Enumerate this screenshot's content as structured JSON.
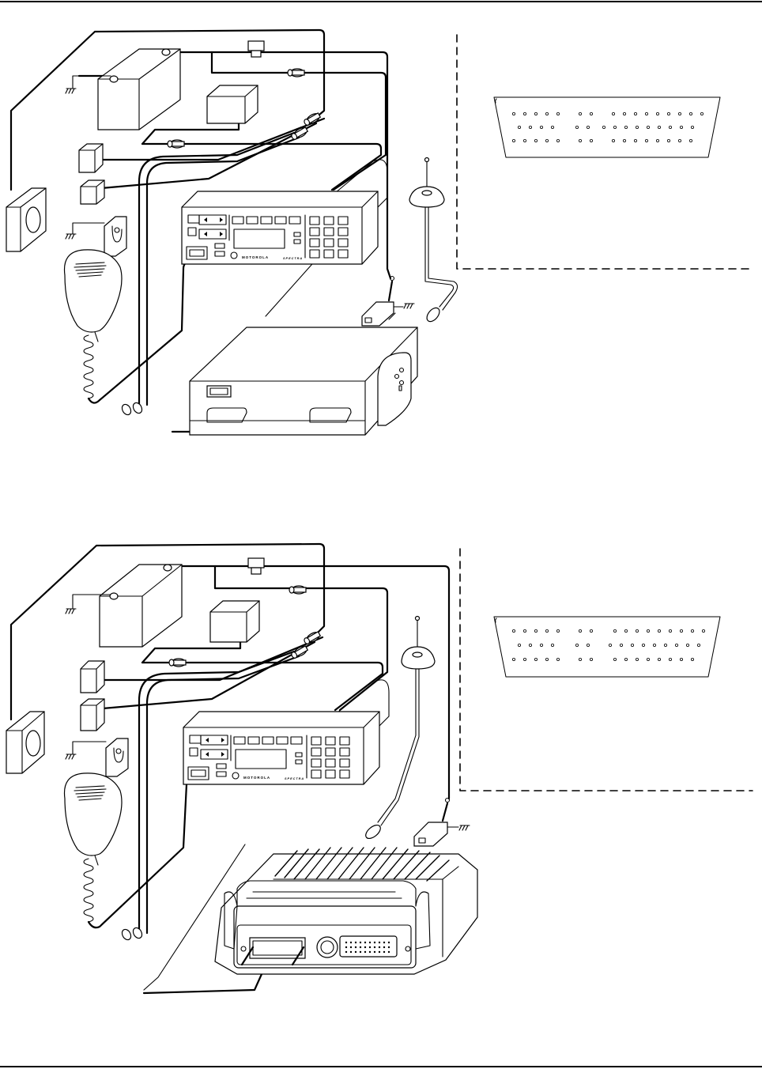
{
  "figure": {
    "top_panel": {
      "control_head": {
        "brand_text": "MOTOROLA",
        "model_text": "SPECTRA"
      }
    },
    "bottom_panel": {
      "control_head": {
        "brand_text": "MOTOROLA",
        "model_text": "SPECTRA"
      }
    }
  }
}
